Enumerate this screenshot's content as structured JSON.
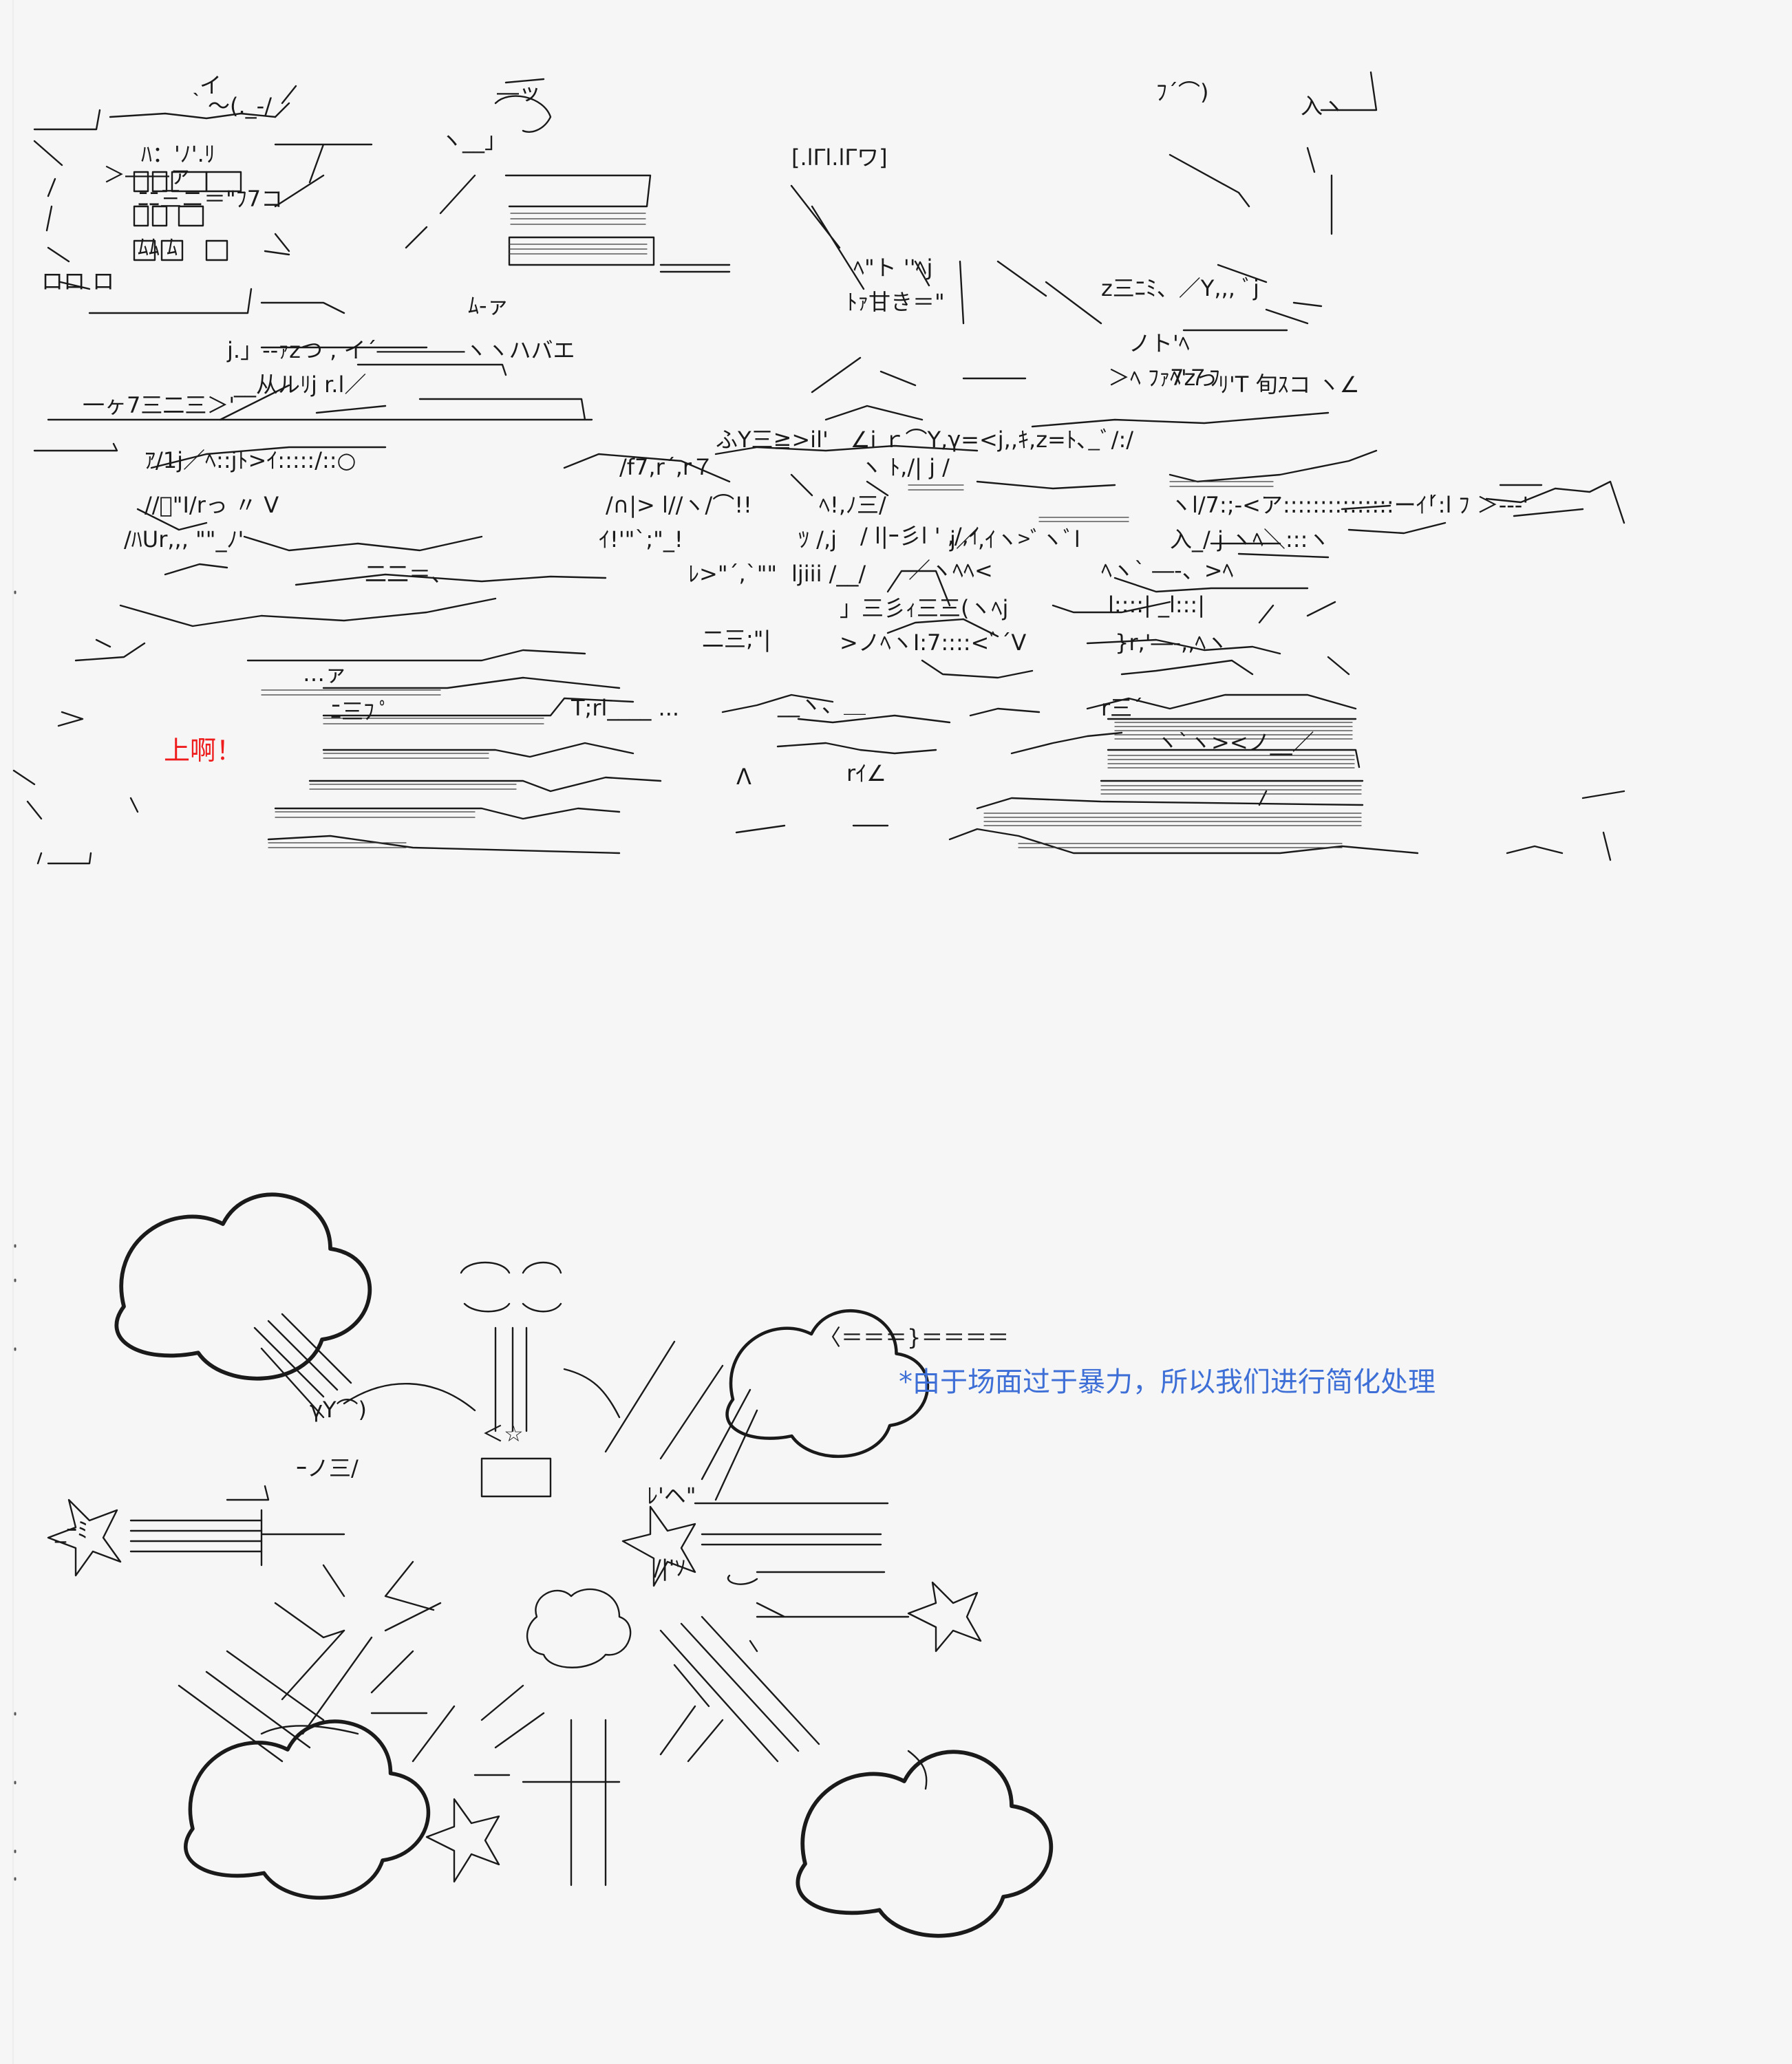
{
  "captions": {
    "shout": "上啊！",
    "note": "*由于场面过于暴力，所以我们进行简化处理"
  },
  "colors": {
    "background": "#f6f6f6",
    "ink": "#1a1a1a",
    "shout": "#ee1c1c",
    "note": "#3d6fd6"
  },
  "art_fragments": [
    "イ",
    "｀～(._-/",
    "―ッ",
    "ﾌ´⌒)",
    "入ヽ",
    "ヽ__」",
    "＞――ァ",
    "ﾊ：'ﾉ'.ﾘ",
    "[.lΓl.lΓワ]",
    "ﾆﾆ三ニ＝\"ﾌ7コ",
    "ﾑﾑ ﾑ",
    "ロロ ロ",
    "ﾑ-ァ",
    "z三ﾆﾐ、／Y,,, ﾞj",
    "ﾍ\"ト ''ﾍj",
    "ﾄｧ甘き＝\"",
    "ノト'ﾍ",
    "ﾍ'７ﾌ",
    "ﾘ'T 旬ｽコ ヽ∠",
    "＞ﾍ ﾌｧ7zっ",
    "j.」--ｧzつ , イ´――――ヽヽハバエ",
    "__从ルﾘj r.l／",
    "一ヶ7三二三＞'",
    "ふY三≧>il'　∠i ｒ⌒Y,γ=<j,,ｷ,z=ﾄ､_ﾞ/:/",
    "ヽ ﾄ,/| j /",
    "ｱ/1j／ﾍ::jﾄ>ｲ:::::/::○",
    "/f7,r´,r７",
    "//ﾞ\"I/rっ 〃 V",
    "/∩|> l//ヽ/⌒!!",
    "ﾍ!,ﾉ三/",
    "/ l|ｰ彡l ' ,/,ｲ",
    "ヽl/7:;-<ア:::::::::::::::ーｲ´:l ﾌ ＞--‐'",
    "/ﾊUr,,, \"\"_ﾉ'",
    "ｲ!'\"`;\"_!",
    "ﾂ /,j",
    "j／,ｲヽ>ﾞヽﾞl",
    "入_/ j ヽﾍ＼:::ヽ",
    "二二＝、",
    "ﾚ>\"´,`\"\"",
    "ljiii /__/",
    "／ヽﾍﾍ<",
    "ﾍヽ` ―-、>ﾍ",
    "」三彡ｨ三三(ヽﾍj",
    "l::::| _l:::|",
    "二三;\"|",
    ">ノﾍヽI:7::::<ﾞ´V",
    "}r,'―-,,ﾍヽ",
    "…ァ",
    "T;rl____ ...",
    "__ヽ、＿",
    "r三´",
    "ヽ`ヽ><ノ__／",
    "Λ",
    "rｲ∠",
    "ﾆ三ﾌ ﾟ",
    "ｰノ三/",
    "〈＝＝＝}＝＝＝＝",
    "γY⌒)",
    "＜☆",
    "ﾚ'ヘ\"",
    "_ｰﾐ",
    "/|'ｿ"
  ]
}
